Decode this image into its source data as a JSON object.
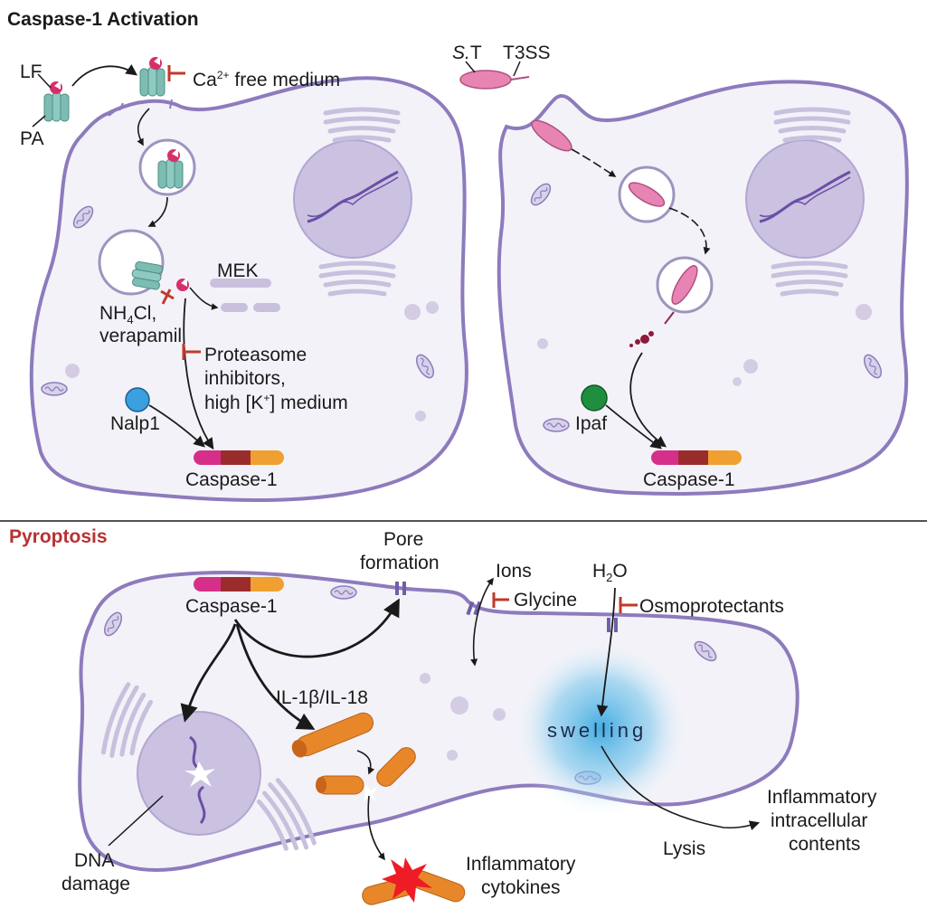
{
  "section_titles": {
    "activation": "Caspase-1 Activation",
    "pyroptosis": "Pyroptosis"
  },
  "top_left": {
    "lf": "LF",
    "pa": "PA",
    "ca_label": "Ca",
    "ca_sup": "2+",
    "ca_rest": " free medium",
    "mek": "MEK",
    "nh4_main": "NH",
    "nh4_sub": "4",
    "nh4_rest": "Cl,",
    "verapamil": "verapamil",
    "proteasome_1": "Proteasome",
    "proteasome_2": "inhibitors,",
    "proteasome_3a": "high [K",
    "proteasome_3sup": "+",
    "proteasome_3b": "] medium",
    "nalp1": "Nalp1",
    "caspase": "Caspase-1"
  },
  "top_right": {
    "st_italic": "S.",
    "st_rest": "T",
    "t3ss": "T3SS",
    "ipaf": "Ipaf",
    "caspase": "Caspase-1"
  },
  "bottom": {
    "caspase": "Caspase-1",
    "pore_1": "Pore",
    "pore_2": "formation",
    "ions": "Ions",
    "glycine": "Glycine",
    "h2o_a": "H",
    "h2o_sub": "2",
    "h2o_b": "O",
    "osmo": "Osmoprotectants",
    "il": "IL-1β/IL-18",
    "swelling": "swelling",
    "dna_1": "DNA",
    "dna_2": "damage",
    "infl_cyto_1": "Inflammatory",
    "infl_cyto_2": "cytokines",
    "lysis": "Lysis",
    "infl_intra_1": "Inflammatory",
    "infl_intra_2": "intracellular",
    "infl_intra_3": "contents"
  },
  "colors": {
    "membrane": "#8d7bbd",
    "cell_fill": "#f3f2f8",
    "nucleus": "#cbc1e0",
    "inhibitor": "#c0392b",
    "pyroptosis_title": "#b83232",
    "caspase_magenta": "#d62f8a",
    "caspase_brown": "#9b2c2c",
    "caspase_orange": "#f0a030",
    "nalp1": "#3aa0e0",
    "ipaf": "#1f8f3f",
    "channel": "#7dbcb3",
    "il_orange": "#e8872a",
    "bacteria": "#e884b4",
    "swelling": "#3aa9e0"
  },
  "icons": [
    "anthrax-toxin-icon",
    "bacterium-icon",
    "vesicle-icon",
    "nucleus-icon",
    "dna-icon",
    "mitochondrion-icon",
    "caspase-bar-icon",
    "cytokine-rod-icon",
    "burst-icon"
  ]
}
